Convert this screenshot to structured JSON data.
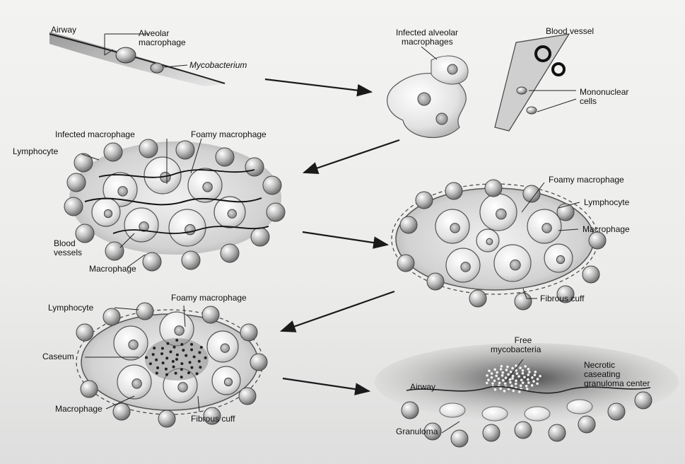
{
  "stage1": {
    "airway": "Airway",
    "alveolar_macrophage_l1": "Alveolar",
    "alveolar_macrophage_l2": "macrophage",
    "mycobacterium": "Mycobacterium"
  },
  "stage2": {
    "infected_alveolar_macrophages_l1": "Infected alveolar",
    "infected_alveolar_macrophages_l2": "macrophages",
    "blood_vessel": "Blood vessel",
    "mononuclear_cells_l1": "Mononuclear",
    "mononuclear_cells_l2": "cells"
  },
  "stage3": {
    "infected_macrophage": "Infected macrophage",
    "foamy_macrophage": "Foamy macrophage",
    "lymphocyte": "Lymphocyte",
    "blood_vessels_l1": "Blood",
    "blood_vessels_l2": "vessels",
    "macrophage": "Macrophage"
  },
  "stage4": {
    "foamy_macrophage": "Foamy macrophage",
    "lymphocyte": "Lymphocyte",
    "macrophage": "Macrophage",
    "fibrous_cuff": "Fibrous cuff"
  },
  "stage5": {
    "foamy_macrophage": "Foamy macrophage",
    "lymphocyte": "Lymphocyte",
    "caseum": "Caseum",
    "macrophage": "Macrophage",
    "fibrous_cuff": "Fibrous cuff"
  },
  "stage6": {
    "free_mycobacteria_l1": "Free",
    "free_mycobacteria_l2": "mycobacteria",
    "necrotic_l1": "Necrotic",
    "necrotic_l2": "caseating",
    "necrotic_l3": "granuloma center",
    "airway": "Airway",
    "granuloma": "Granuloma"
  }
}
